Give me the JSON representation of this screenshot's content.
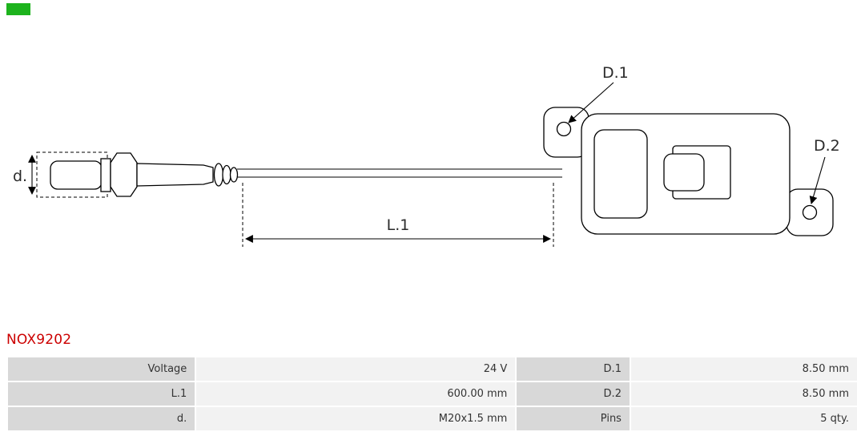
{
  "brand": {
    "logo_color": "#1db31d"
  },
  "part_number": "NOX9202",
  "part_number_color": "#cc0000",
  "diagram": {
    "labels": {
      "d": "d.",
      "l1": "L.1",
      "d1": "D.1",
      "d2": "D.2"
    }
  },
  "table": {
    "label_bg": "#d8d8d8",
    "value_bg": "#f2f2f2",
    "rows": [
      {
        "label1": "Voltage",
        "value1": "24 V",
        "label2": "D.1",
        "value2": "8.50 mm"
      },
      {
        "label1": "L.1",
        "value1": "600.00 mm",
        "label2": "D.2",
        "value2": "8.50 mm"
      },
      {
        "label1": "d.",
        "value1": "M20x1.5 mm",
        "label2": "Pins",
        "value2": "5 qty."
      }
    ]
  }
}
